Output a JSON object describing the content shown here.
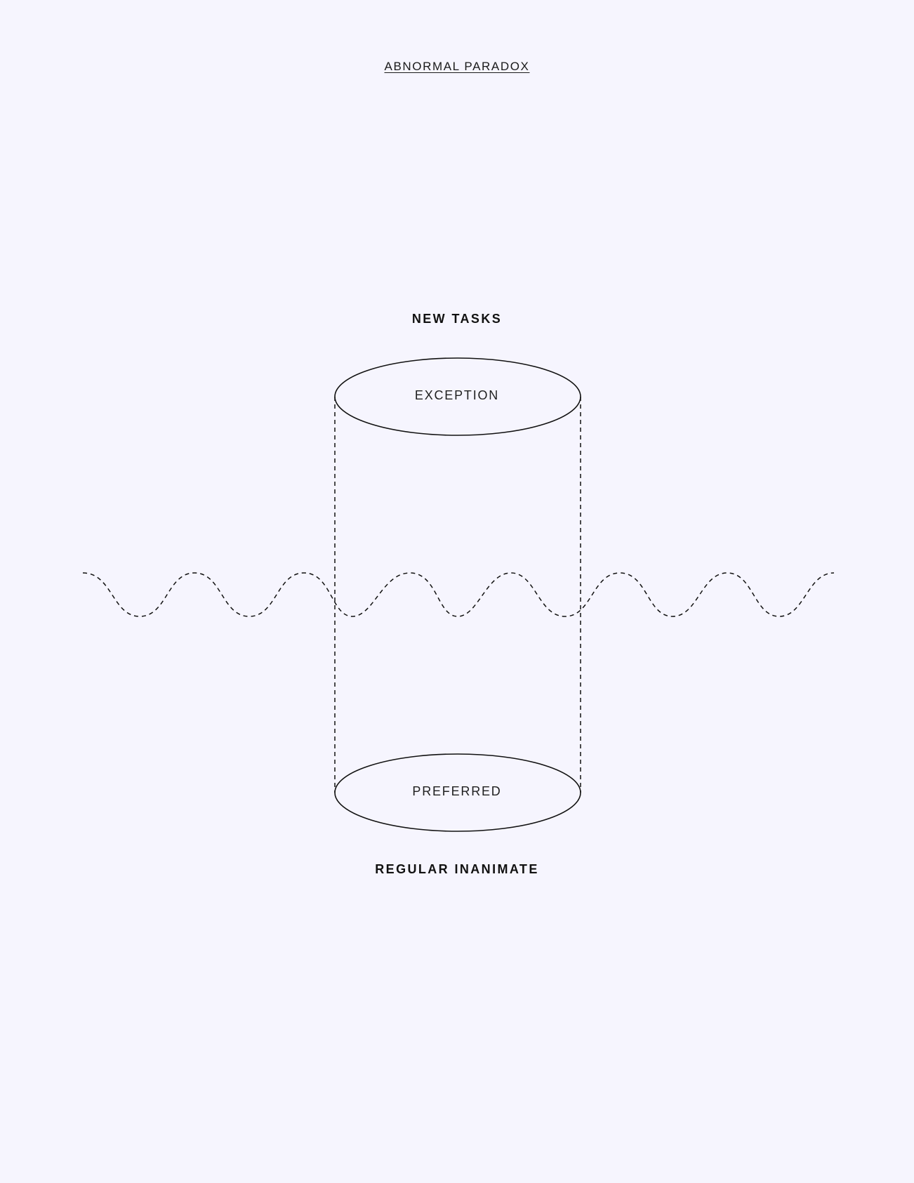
{
  "title": "ABNORMAL PARADOX",
  "diagram": {
    "top_label": "NEW TASKS",
    "top_ellipse_label": "EXCEPTION",
    "bottom_ellipse_label": "PREFERRED",
    "bottom_label": "REGULAR INANIMATE"
  },
  "colors": {
    "background": "#f6f5fe",
    "stroke": "#111111"
  }
}
